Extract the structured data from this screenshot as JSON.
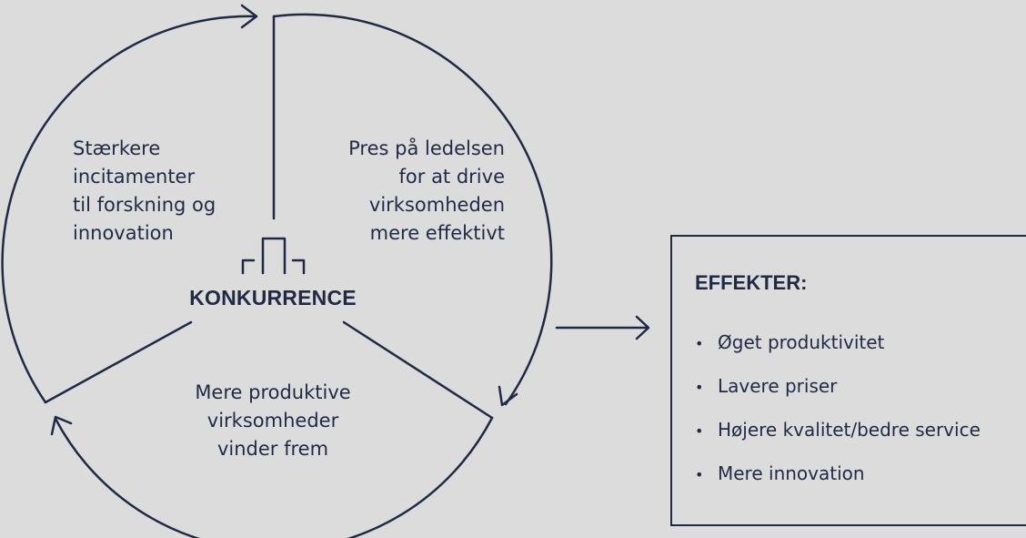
{
  "diagram": {
    "center_title": "KONKURRENCE",
    "labels": {
      "left": "Stærkere\nincitamenter\ntil forskning og\ninnovation",
      "right": "Pres på ledelsen\nfor at drive\nvirksomheden\nmere effektivt",
      "bottom": "Mere produktive\nvirksomheder\nvinder frem"
    },
    "icon": "buildings-icon"
  },
  "effects": {
    "title": "EFFEKTER:",
    "items": [
      "Øget produktivitet",
      "Lavere priser",
      "Højere kvalitet/bedre service",
      "Mere innovation"
    ]
  },
  "colors": {
    "background": "#dcdcdc",
    "ink": "#1f2a44"
  }
}
